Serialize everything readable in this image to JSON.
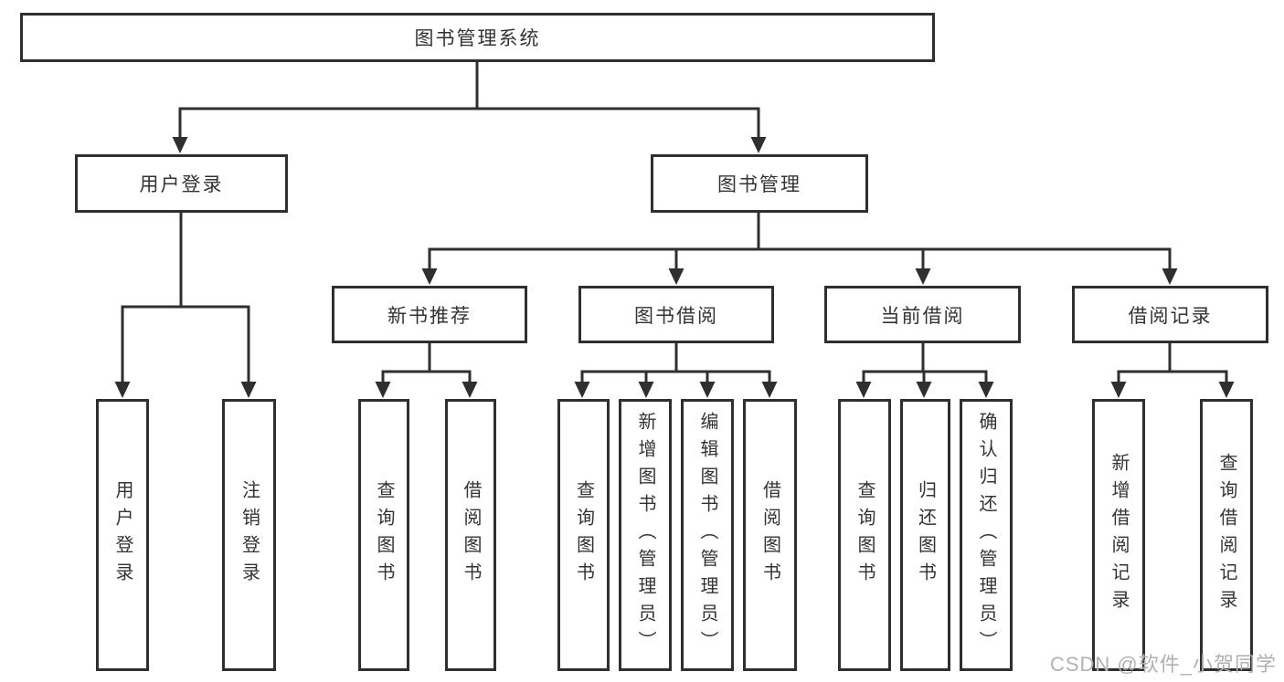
{
  "diagram": {
    "title": "图书管理系统",
    "watermark": "CSDN @软件_小贺同学",
    "colors": {
      "line": "#2f2f2f",
      "box_border": "#2f2f2f",
      "text": "#333333",
      "watermark": "#b3b0b0",
      "background": "#ffffff"
    },
    "nodes": {
      "root": "图书管理系统",
      "user_login": "用户登录",
      "book_mgmt": "图书管理",
      "new_book_rec": "新书推荐",
      "book_borrow": "图书借阅",
      "current_borrow": "当前借阅",
      "borrow_records": "借阅记录",
      "login": "用户登录",
      "logout": "注销登录",
      "rec_query": "查询图书",
      "rec_borrow": "借阅图书",
      "bb_query": "查询图书",
      "bb_add": "新增图书（管理员）",
      "bb_edit": "编辑图书（管理员）",
      "bb_borrow": "借阅图书",
      "cb_query": "查询图书",
      "cb_return": "归还图书",
      "cb_confirm": "确认归还（管理员）",
      "br_add": "新增借阅记录",
      "br_query": "查询借阅记录"
    }
  }
}
